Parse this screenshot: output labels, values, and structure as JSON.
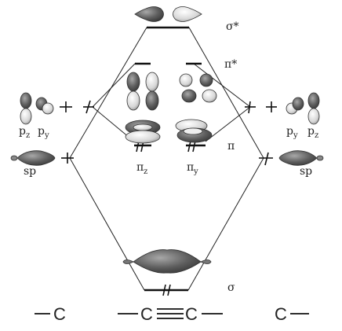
{
  "labels": {
    "sigma_star": "σ*",
    "pi_star": "π*",
    "pi": "π",
    "sigma": "σ",
    "pi_z_main": "π",
    "pi_z_sub": "z",
    "pi_y_main": "π",
    "pi_y_sub": "y",
    "left_pz_main": "p",
    "left_pz_sub": "z",
    "left_py_main": "p",
    "left_py_sub": "y",
    "right_py_main": "p",
    "right_py_sub": "y",
    "right_pz_main": "p",
    "right_pz_sub": "z",
    "left_sp": "sp",
    "right_sp": "sp"
  },
  "bottom": {
    "left_carbon": "C",
    "molecule_left_c": "C",
    "molecule_right_c": "C",
    "right_carbon": "C"
  },
  "colors": {
    "orbital_dark": "#5e5e5e",
    "orbital_light": "#d9d9d9",
    "line": "#222222"
  }
}
